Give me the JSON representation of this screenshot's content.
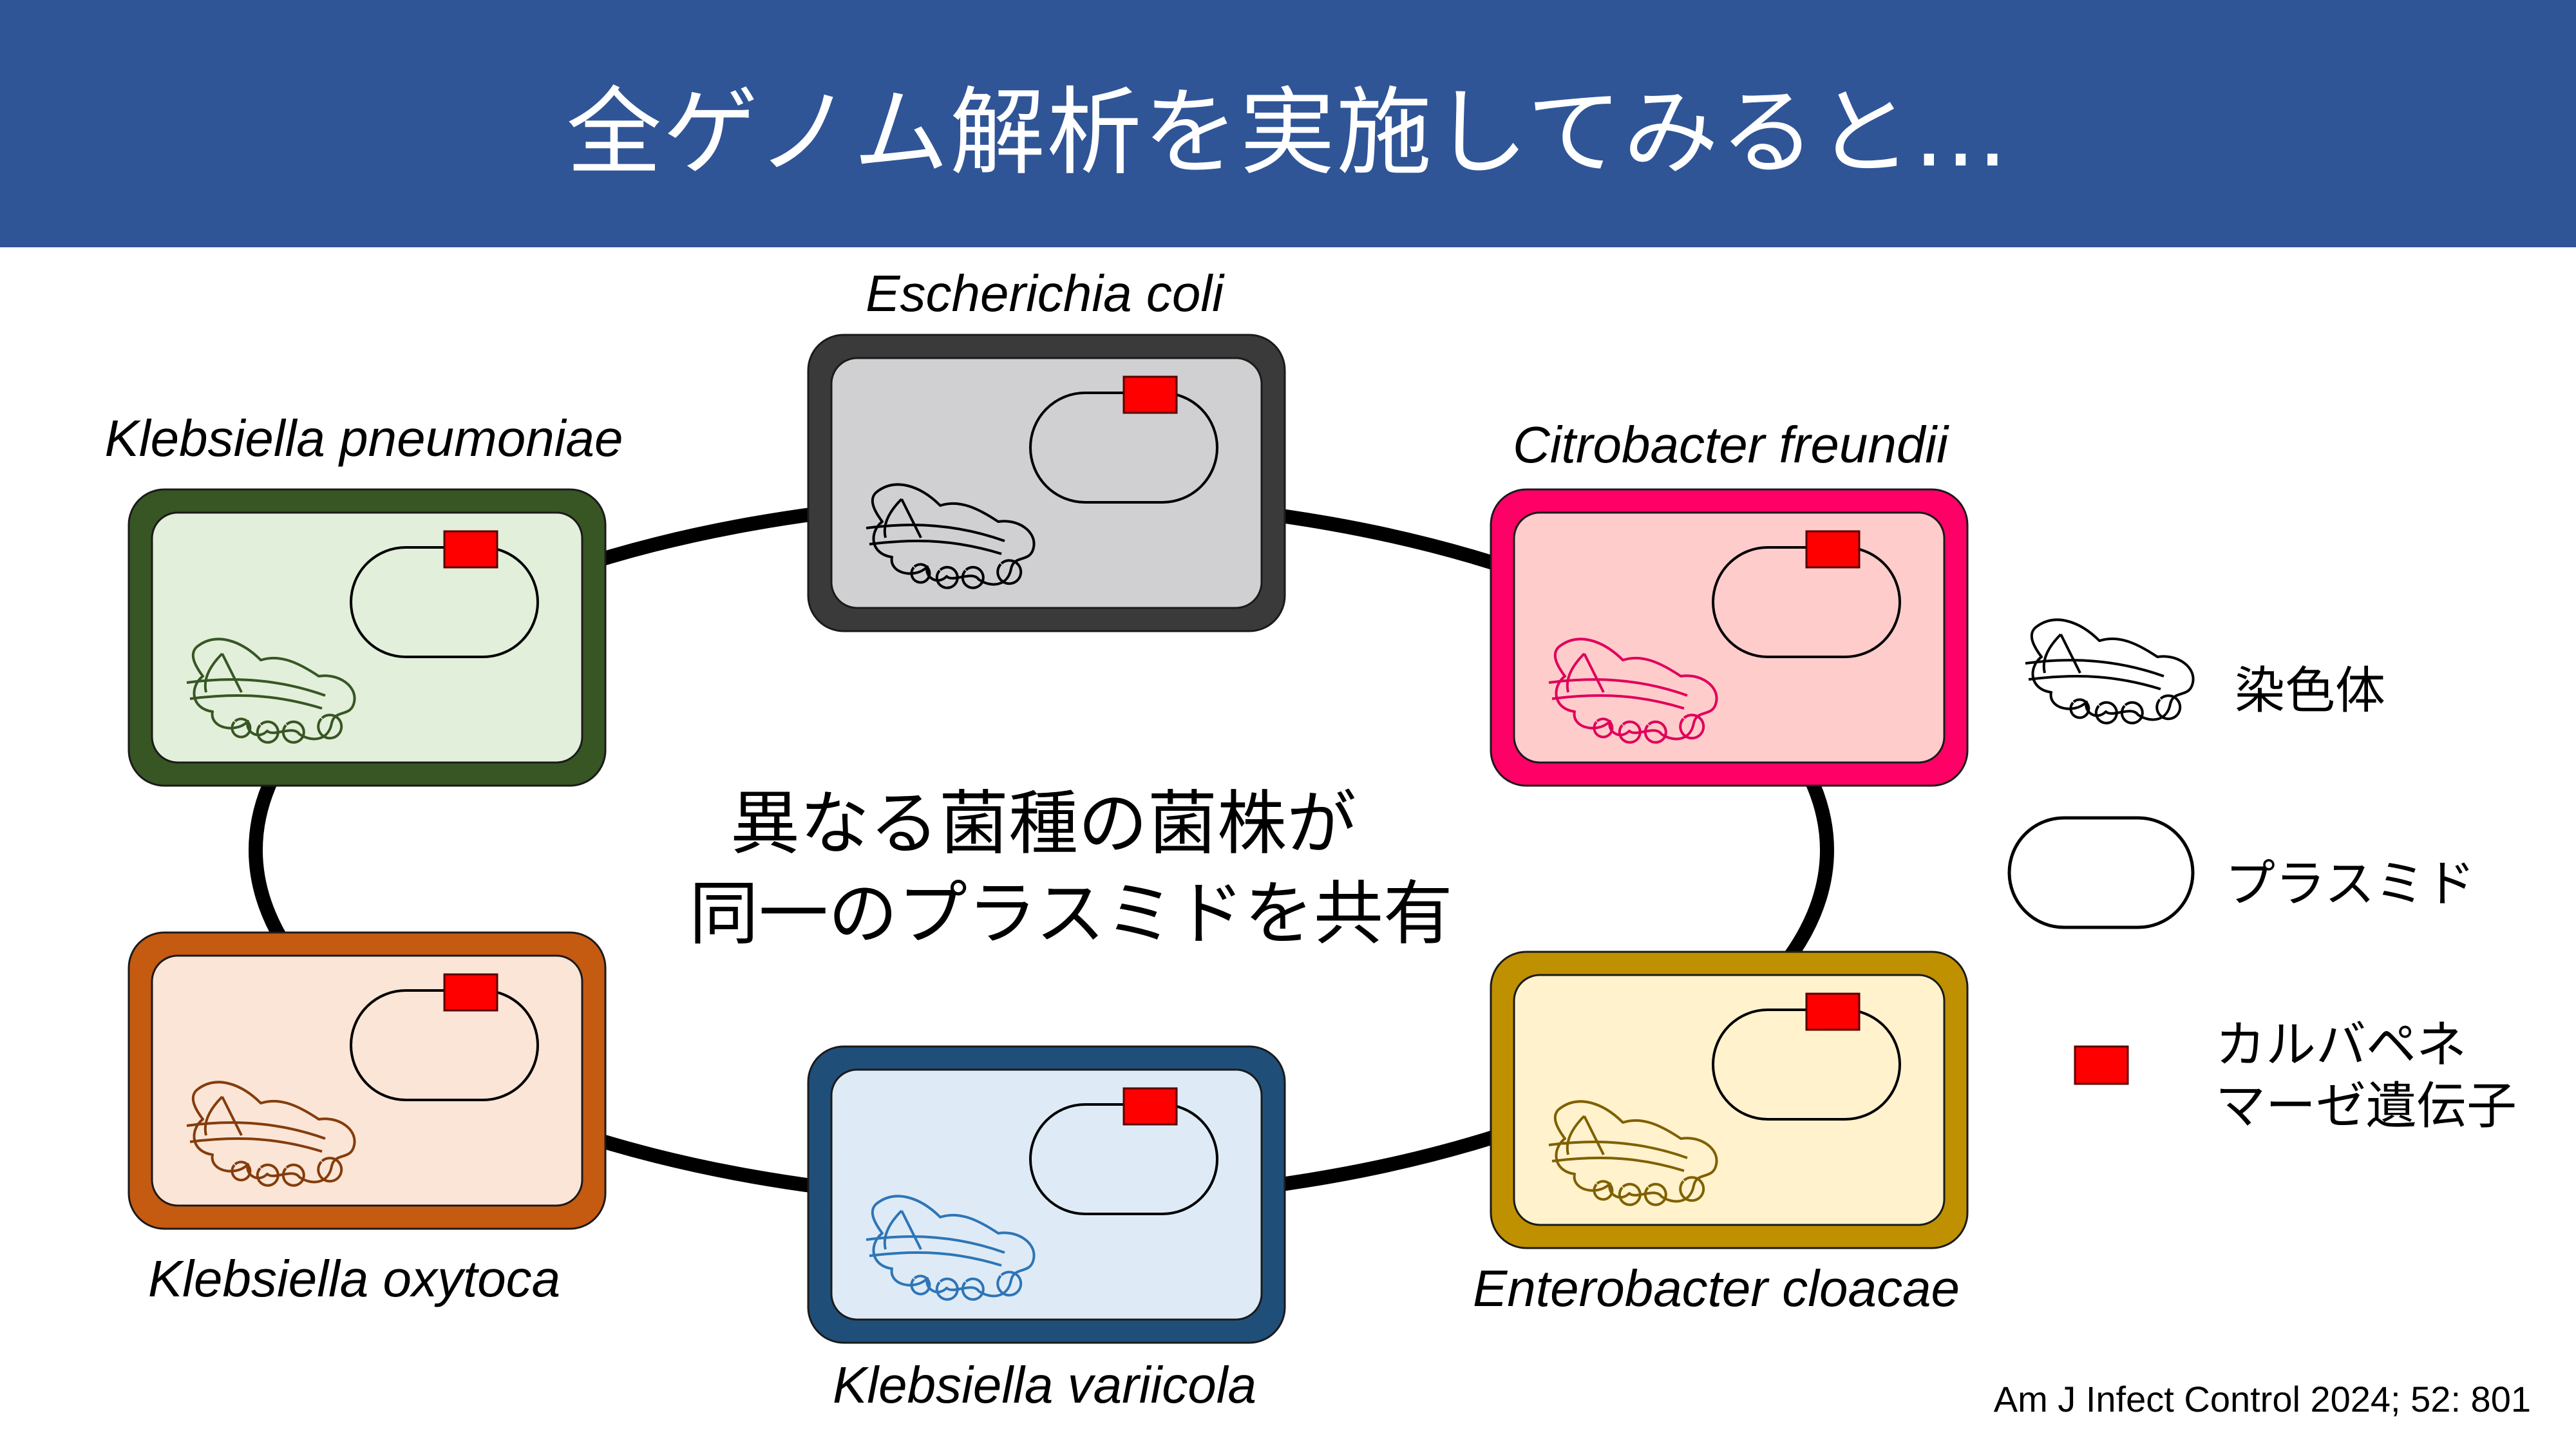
{
  "header": {
    "title": "全ゲノム解析を実施してみると…"
  },
  "center_text": {
    "line1": "異なる菌種の菌株が",
    "line2": "同一のプラスミドを共有"
  },
  "cells": [
    {
      "species": "Escherichia coli",
      "border": "#3a3a3a",
      "fill": "#d0cfd1",
      "chromosome": "#000000"
    },
    {
      "species": "Klebsiella pneumoniae",
      "border": "#375623",
      "fill": "#e2efda",
      "chromosome": "#375623"
    },
    {
      "species": "Citrobacter freundii",
      "border": "#ff0066",
      "fill": "#ffcccc",
      "chromosome": "#e0005a"
    },
    {
      "species": "Klebsiella oxytoca",
      "border": "#c55a11",
      "fill": "#fbe5d6",
      "chromosome": "#843c0c"
    },
    {
      "species": "Enterobacter cloacae",
      "border": "#bf9000",
      "fill": "#fff2cc",
      "chromosome": "#7f6000"
    },
    {
      "species": "Klebsiella variicola",
      "border": "#1f4e79",
      "fill": "#deebf7",
      "chromosome": "#2e75b6"
    }
  ],
  "legend": {
    "chromosome": "染色体",
    "plasmid": "プラスミド",
    "gene_line1": "カルバペネ",
    "gene_line2": "マーゼ遺伝子"
  },
  "colors": {
    "header_bg": "#2f5597",
    "gene": "#ff0000"
  },
  "citation": "Am J Infect Control 2024; 52: 801"
}
